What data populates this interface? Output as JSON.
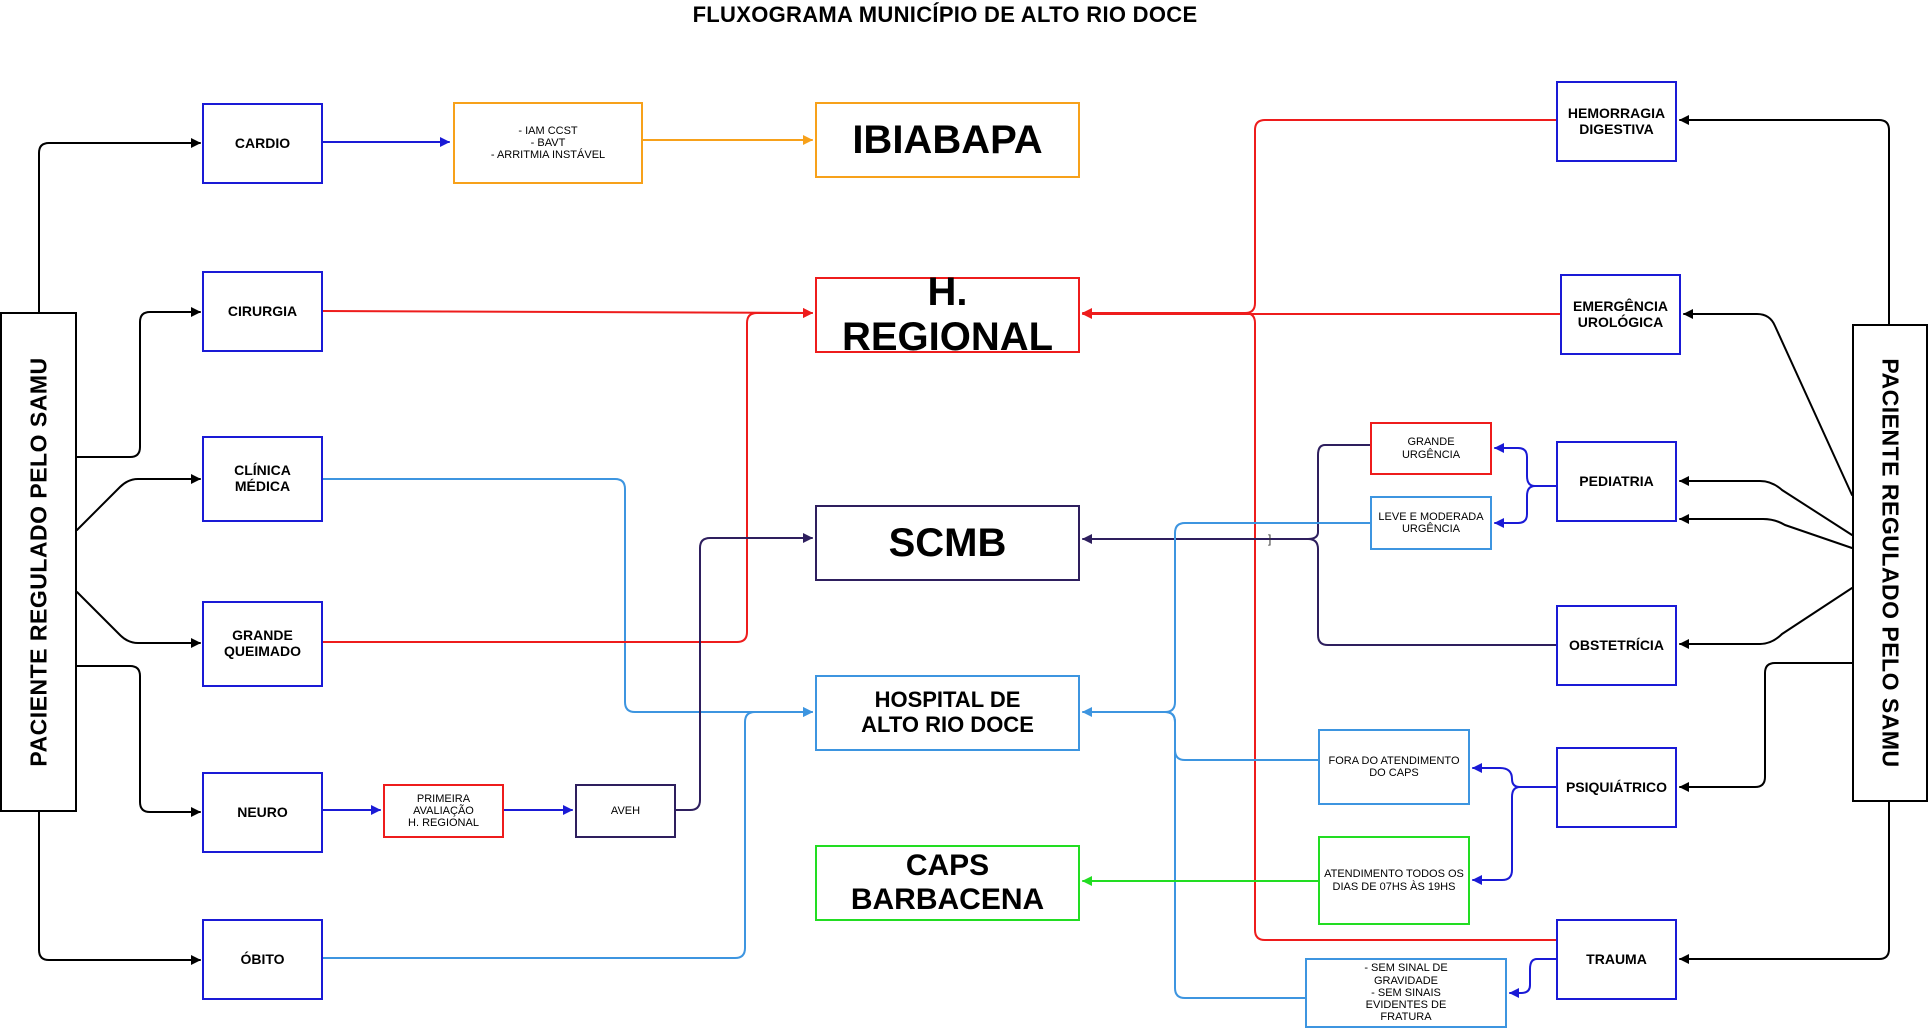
{
  "title": "FLUXOGRAMA MUNICÍPIO DE ALTO RIO DOCE",
  "samu_left": "PACIENTE REGULADO PELO SAMU",
  "samu_right": "PACIENTE REGULADO PELO SAMU",
  "left_nodes": {
    "cardio": "CARDIO",
    "cirurgia": "CIRURGIA",
    "clinica_medica": "CLÍNICA\nMÉDICA",
    "grande_queimado": "GRANDE\nQUEIMADO",
    "neuro": "NEURO",
    "obito": "ÓBITO"
  },
  "intermediate_nodes": {
    "cardio_criteria": "- IAM CCST\n-  BAVT\n- ARRITMIA INSTÁVEL",
    "primeira_avaliacao": "PRIMEIRA\nAVALIAÇÃO\nH. REGIONAL",
    "aveh": "AVEH"
  },
  "hospitals": {
    "ibiabapa": "IBIABAPA",
    "h_regional": "H. REGIONAL",
    "scmb": "SCMB",
    "hospital_alto_rio_doce": "HOSPITAL DE\nALTO RIO DOCE",
    "caps_barbacena": "CAPS\nBARBACENA"
  },
  "right_nodes": {
    "hemorragia_digestiva": "HEMORRAGIA\nDIGESTIVA",
    "emergencia_urologica": "EMERGÊNCIA\nUROLÓGICA",
    "pediatria": "PEDIATRIA",
    "obstetricia": "OBSTETRÍCIA",
    "psiquiatrico": "PSIQUIÁTRICO",
    "trauma": "TRAUMA"
  },
  "sub_nodes": {
    "grande_urgencia": "GRANDE\nURGÊNCIA",
    "leve_moderada": "LEVE E MODERADA\nURGÊNCIA",
    "fora_atendimento": "FORA DO ATENDIMENTO\nDO CAPS",
    "atendimento_todos": "ATENDIMENTO TODOS OS\nDIAS DE 07HS ÀS 19HS",
    "sem_sinal": "- SEM SINAL DE\nGRAVIDADE\n- SEM SINAIS\nEVIDENTES DE\nFRATURA"
  },
  "stray_mark": "]",
  "colors": {
    "blue": "#1a1ad6",
    "red": "#ee1c1c",
    "orange": "#f7a11a",
    "purple": "#2e1f5e",
    "light_blue": "#3d95e0",
    "green": "#22dd22",
    "black": "#000000"
  }
}
